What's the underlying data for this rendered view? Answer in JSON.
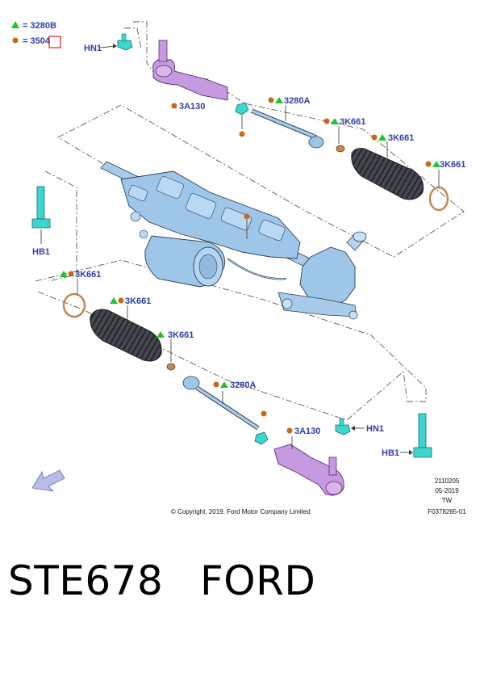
{
  "legend": [
    {
      "marker": "triangle",
      "text": "= 3280B"
    },
    {
      "marker": "dot",
      "text": "= 3504"
    }
  ],
  "colors": {
    "label_blue": "#2e3fa8",
    "triangle_green": "#22c32a",
    "dot_orange": "#c46a1a",
    "part_blue": "#9ec6e8",
    "part_purple": "#c69ae0",
    "fastener_cyan": "#3ad6d0",
    "boot_dark": "#3a3d44",
    "highlight_box": "#e03030"
  },
  "callouts": {
    "hn1_top": "HN1",
    "a3a130_top": "3A130",
    "a3280a_top": "3280A",
    "a3k661_top1": "3K661",
    "a3k661_top2": "3K661",
    "a3k661_top3": "3K661",
    "hb1_left": "HB1",
    "a3k661_left1": "3K661",
    "a3k661_left2": "3K661",
    "a3k661_left3": "3K661",
    "a3280a_bottom": "3280A",
    "a3a130_bottom": "3A130",
    "hn1_bottom": "HN1",
    "hb1_right": "HB1"
  },
  "meta": {
    "line1": "2110205",
    "line2": "05-2019",
    "line3": "TW",
    "code": "F0378265-01",
    "copyright": "© Copyright, 2019, Ford Motor Company Limited"
  },
  "caption": {
    "part": "STE678",
    "brand": "FORD"
  }
}
